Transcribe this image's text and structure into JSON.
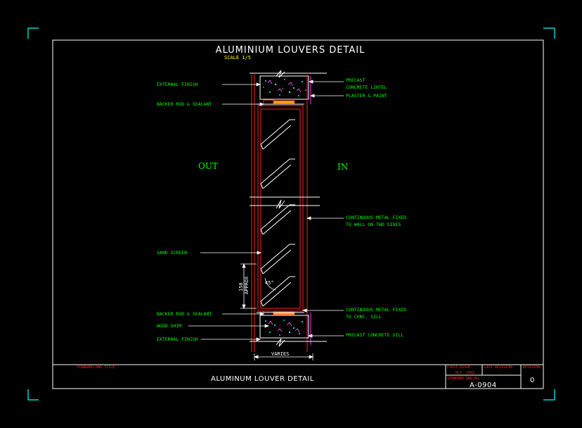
{
  "drawing": {
    "title": "ALUMINIUM LOUVERS DETAIL",
    "scale": "SCALE 1/5",
    "side_out": "OUT",
    "side_in": "IN",
    "labels_left": {
      "external_finish_top": "EXTERNAL FINISH",
      "backer_rod_top": "BACKER ROD & SEALANT",
      "sand_screen": "SAND SCREEN",
      "backer_rod_bottom": "BACKER ROD & SEALANT",
      "wood_shim": "WOOD SHIM",
      "external_finish_bottom": "EXTERNAL FINISH"
    },
    "labels_right": {
      "precast_lintel_1": "PRECAST",
      "precast_lintel_2": "CONCRETE LINTEL",
      "plaster_paint": "PLASTER & PAINT",
      "metal_fixed_wall_1": "CONTINUOUS METAL FIXED",
      "metal_fixed_wall_2": "TO WALL ON TWO SIDES",
      "metal_fixed_sill_1": "CONTINUOUS METAL FIXED",
      "metal_fixed_sill_2": "TO CONC. SILL",
      "precast_sill": "PRECAST CONCRETE SILL"
    },
    "dimensions": {
      "height_value": "150",
      "height_note": "APPROX",
      "angle": "45°",
      "width": "VARIES"
    }
  },
  "title_block": {
    "standard_title_label": "STANDARD DWG TITLE:",
    "sheet_title": "ALUMINUM LOUVER DETAIL",
    "first_issue_label": "FIRST ISSUE:",
    "first_issue_value": "OCT. 2001",
    "last_revision_label": "LAST REVISION:",
    "last_revision_value": "-",
    "standard_dwg_no_label": "STANDARD DWG No.:",
    "drawing_number": "A-0904",
    "revision_label": "REVISION:",
    "revision_value": "0"
  },
  "colors": {
    "background": "#000000",
    "frame": "#ffffff",
    "corner_marks": "#00ffff",
    "annotation": "#00ff00",
    "frame_red": "#ff2020",
    "concrete_fill": "#00ffff",
    "louver": "#ffffff"
  }
}
